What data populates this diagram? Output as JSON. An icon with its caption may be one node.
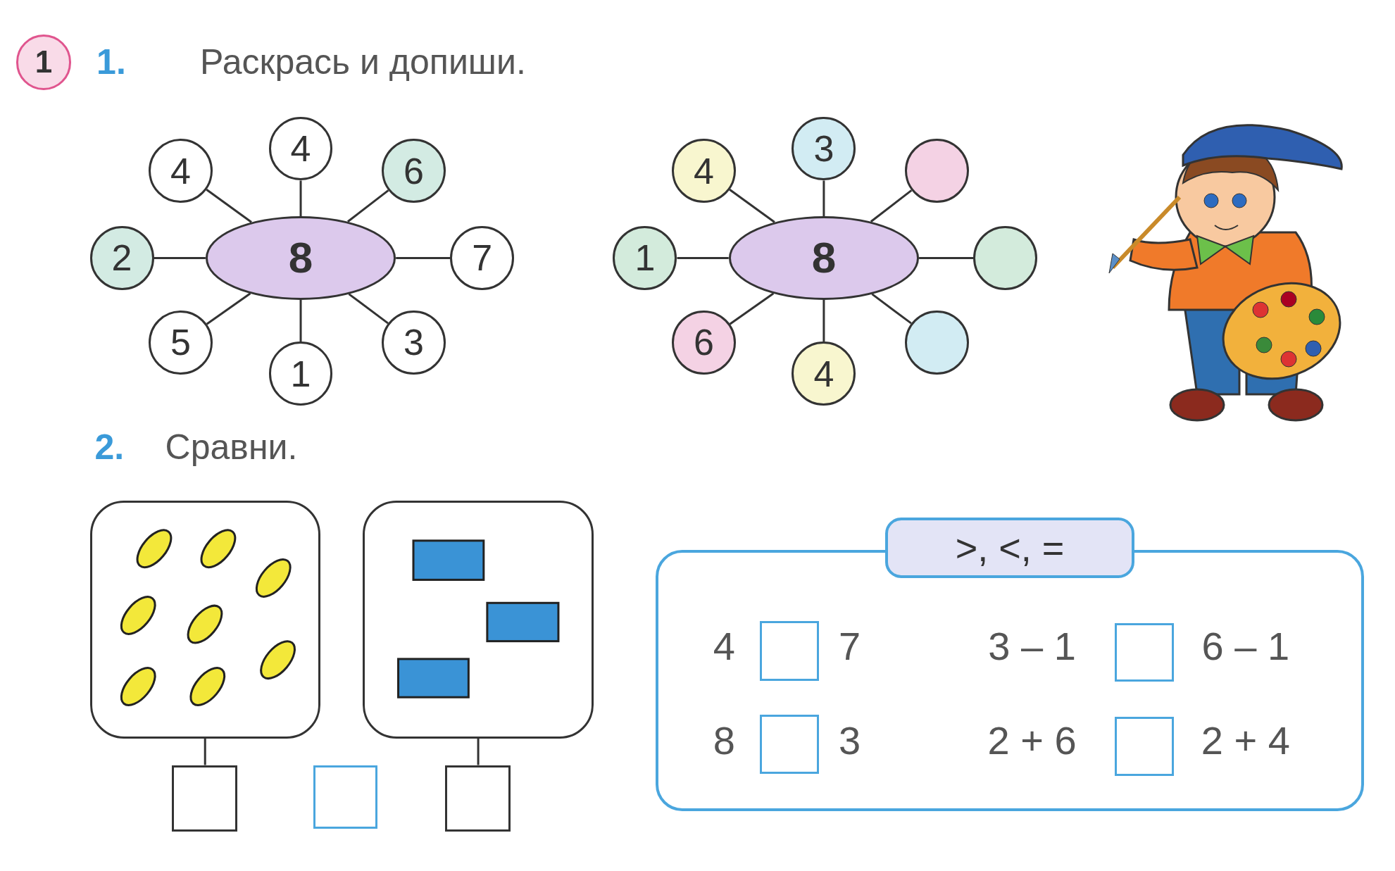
{
  "diagram": {
    "nodes": [
      {
        "text": [
          "1"
        ]
      },
      {
        "text": [
          "8"
        ]
      },
      {
        "text": [
          "4"
        ]
      },
      {
        "text": [
          "4"
        ]
      },
      {
        "text": [
          "6"
        ]
      },
      {
        "text": [
          "2"
        ]
      },
      {
        "text": [
          "7"
        ]
      },
      {
        "text": [
          "5"
        ]
      },
      {
        "text": [
          "1"
        ]
      },
      {
        "text": [
          "3"
        ]
      },
      {
        "text": [
          "8"
        ]
      },
      {
        "text": [
          "4"
        ]
      },
      {
        "text": [
          "3"
        ]
      },
      {
        "text": [],
        "shape": "circle"
      },
      {
        "text": [
          "1"
        ]
      },
      {
        "text": [],
        "shape": "circle"
      },
      {
        "text": [
          "6"
        ]
      },
      {
        "text": [
          "4"
        ]
      },
      {
        "text": [],
        "shape": "circle"
      },
      {
        "text": [],
        "shape": "box"
      },
      {
        "text": [],
        "shape": "box"
      },
      {
        "text": [],
        "shape": "box"
      },
      {
        "text": [],
        "shape": "box"
      },
      {
        "text": [],
        "shape": "box"
      },
      {
        "text": [
          ">, <, ="
        ]
      },
      {
        "text": [],
        "shape": "box"
      },
      {
        "text": [],
        "shape": "box",
        "in": 25
      },
      {
        "text": [],
        "shape": "box",
        "in": 25
      },
      {
        "text": [],
        "shape": "box",
        "in": 25
      },
      {
        "text": [],
        "shape": "box",
        "in": 25
      }
    ],
    "edges": [
      {
        "from": 1,
        "to": 2,
        "arrow": "none"
      },
      {
        "from": 1,
        "to": 3,
        "arrow": "none"
      },
      {
        "from": 1,
        "to": 4,
        "arrow": "none"
      },
      {
        "from": 1,
        "to": 5,
        "arrow": "none"
      },
      {
        "from": 1,
        "to": 6,
        "arrow": "none"
      },
      {
        "from": 1,
        "to": 7,
        "arrow": "none"
      },
      {
        "from": 1,
        "to": 8,
        "arrow": "none"
      },
      {
        "from": 1,
        "to": 9,
        "arrow": "none"
      },
      {
        "from": 10,
        "to": 11,
        "arrow": "none"
      },
      {
        "from": 10,
        "to": 12,
        "arrow": "none"
      },
      {
        "from": 10,
        "to": 13,
        "arrow": "none"
      },
      {
        "from": 10,
        "to": 14,
        "arrow": "none"
      },
      {
        "from": 10,
        "to": 15,
        "arrow": "none"
      },
      {
        "from": 10,
        "to": 16,
        "arrow": "none"
      },
      {
        "from": 10,
        "to": 17,
        "arrow": "none"
      },
      {
        "from": 10,
        "to": 18,
        "arrow": "none"
      },
      {
        "from": 19,
        "to": 21,
        "arrow": "none"
      },
      {
        "from": 20,
        "to": 23,
        "arrow": "none"
      }
    ],
    "labels": [
      "1.",
      "Раскрась и допиши.",
      "2.",
      "Сравни.",
      "4",
      "7",
      "3 – 1",
      "6 – 1",
      "8",
      "3",
      "2 + 6",
      "2 + 4"
    ]
  }
}
